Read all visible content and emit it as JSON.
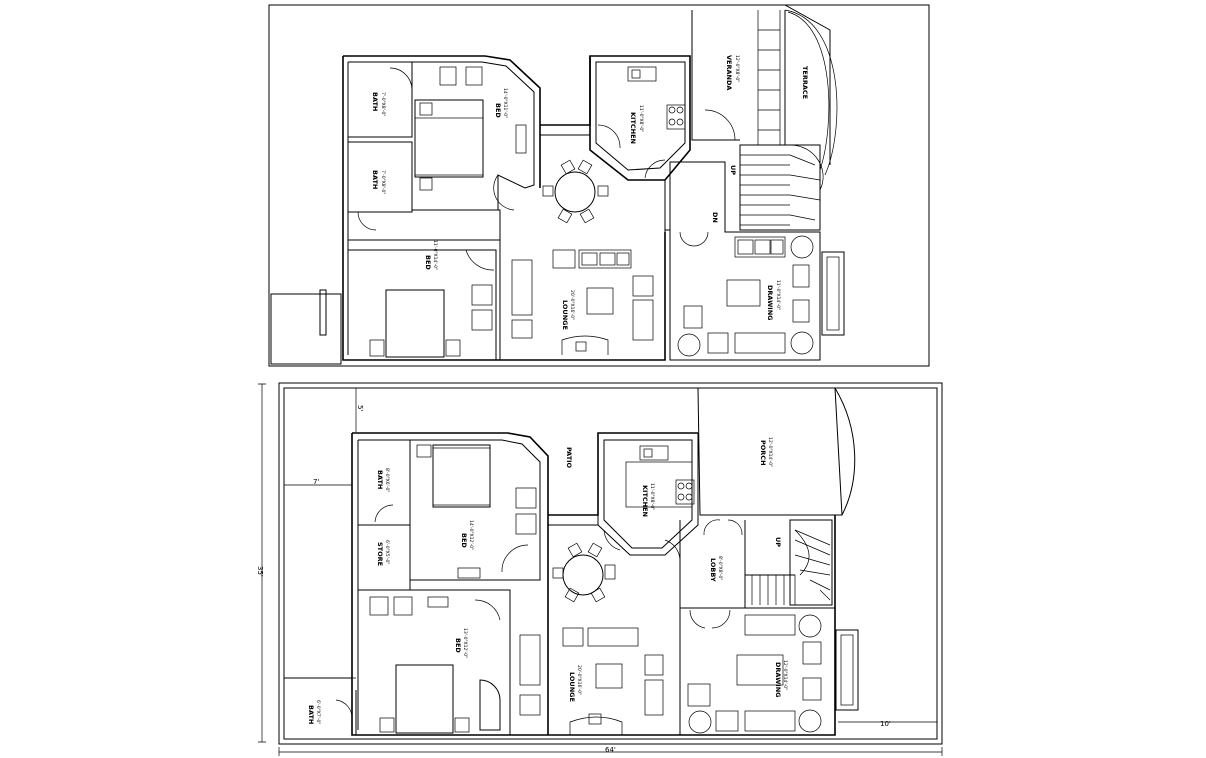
{
  "upper_plan": {
    "rooms": {
      "bath_a": {
        "name": "BATH",
        "size": "7'-0\"X8'-0\""
      },
      "bath_b": {
        "name": "BATH",
        "size": "7'-0\"X8'-0\""
      },
      "bed_top": {
        "name": "BED",
        "size": "14'-0\"X11'-0\""
      },
      "kitchen": {
        "name": "KITCHEN",
        "size": "11'-0\"X8'-0\""
      },
      "veranda": {
        "name": "VERANDA",
        "size": "12'-0\"X8'-0\""
      },
      "terrace": {
        "name": "TERRACE"
      },
      "bed_left": {
        "name": "BED",
        "size": "11'-0\"X14'-0\""
      },
      "lounge": {
        "name": "LOUNGE",
        "size": "20'-0\"X16'-0\""
      },
      "drawing": {
        "name": "DRAWING",
        "size": "11'-0\"X14'-0\""
      }
    },
    "stair_up": "UP",
    "stair_dn": "DN"
  },
  "lower_plan": {
    "rooms": {
      "bath_a": {
        "name": "BATH",
        "size": "8'-0\"X6'-0\""
      },
      "store": {
        "name": "STORE",
        "size": "6'-0\"X5'-0\""
      },
      "bed_top": {
        "name": "BED",
        "size": "14'-0\"X12'-0\""
      },
      "patio": {
        "name": "PATIO"
      },
      "kitchen": {
        "name": "KITCHEN",
        "size": "11'-0\"X8'-0\""
      },
      "porch": {
        "name": "PORCH",
        "size": "12'-0\"X14'-0\""
      },
      "lobby": {
        "name": "LOBBY",
        "size": "8'-0\"X8'-0\""
      },
      "bed_left": {
        "name": "BED",
        "size": "13'-0\"X12'-0\""
      },
      "lounge": {
        "name": "LOUNGE",
        "size": "20'-0\"X16'-0\""
      },
      "drawing": {
        "name": "DRAWING",
        "size": "12'-0\"X14'-0\""
      },
      "bath_b": {
        "name": "BATH",
        "size": "6'-0\"X7'-0\""
      }
    },
    "stair_up": "UP",
    "dims": {
      "overall_width": "64'",
      "overall_depth": "35'",
      "left_setback": "7'",
      "front_setback": "5'",
      "right_gap": "10'"
    }
  }
}
